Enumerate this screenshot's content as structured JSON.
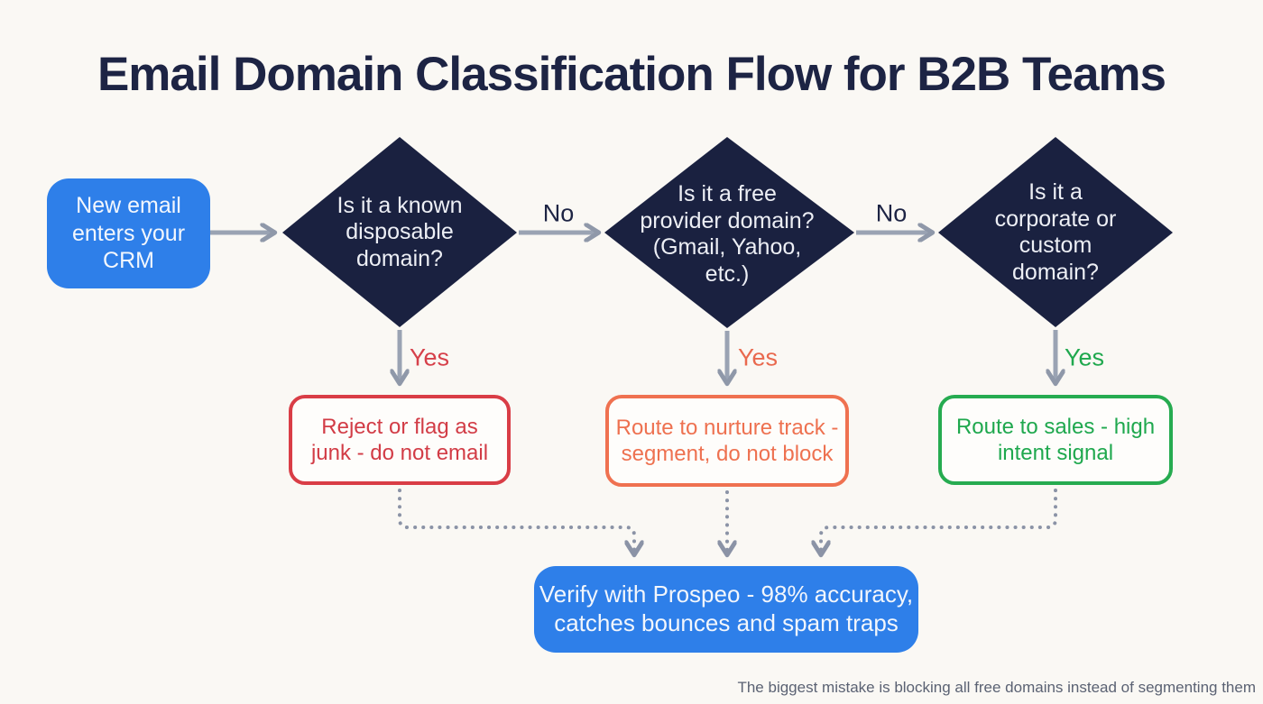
{
  "title": "Email Domain Classification Flow for B2B Teams",
  "nodes": {
    "start": {
      "text": "New email\nenters your\nCRM"
    },
    "decision1": {
      "text": "Is it a known\ndisposable\ndomain?"
    },
    "decision2": {
      "text": "Is it a free\nprovider domain?\n(Gmail, Yahoo,\netc.)"
    },
    "decision3": {
      "text": "Is it a\ncorporate or\ncustom\ndomain?"
    },
    "outcome_reject": {
      "text": "Reject or flag as\njunk - do not email"
    },
    "outcome_nurture": {
      "text": "Route to nurture track -\nsegment, do not block"
    },
    "outcome_sales": {
      "text": "Route to sales - high\nintent signal"
    },
    "verify": {
      "text": "Verify with Prospeo - 98% accuracy,\ncatches bounces and spam traps"
    }
  },
  "labels": {
    "no1": "No",
    "no2": "No",
    "yes1": "Yes",
    "yes2": "Yes",
    "yes3": "Yes"
  },
  "caption": "The biggest mistake is blocking all free domains instead of segmenting them",
  "colors": {
    "background": "#faf8f4",
    "title_text": "#1d2444",
    "node_blue": "#2e7fe9",
    "diamond_navy": "#1a2140",
    "arrow_gray": "#9aa3b3",
    "dotted_gray": "#8b93a6",
    "outcome_red": "#d93d46",
    "outcome_orange": "#ee7150",
    "outcome_green": "#26ab50",
    "caption_gray": "#5b6273"
  }
}
